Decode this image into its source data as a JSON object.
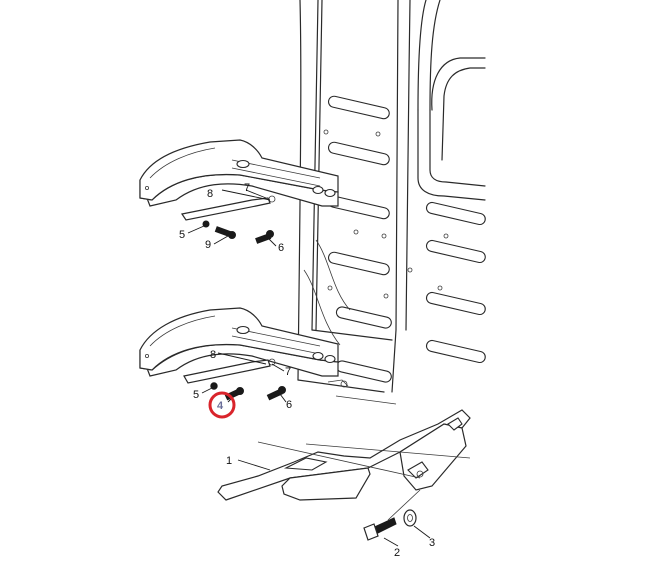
{
  "callouts": {
    "c1": "1",
    "c2": "2",
    "c3": "3",
    "c4_highlight": "4",
    "c5_upper": "5",
    "c5_lower": "5",
    "c6_upper": "6",
    "c6_lower": "6",
    "c7_upper": "7",
    "c7_lower": "7",
    "c8_upper": "8",
    "c8_lower": "8",
    "c9": "9"
  },
  "colors": {
    "highlight_ring": "#d9242b",
    "line": "#2a2a2a"
  }
}
